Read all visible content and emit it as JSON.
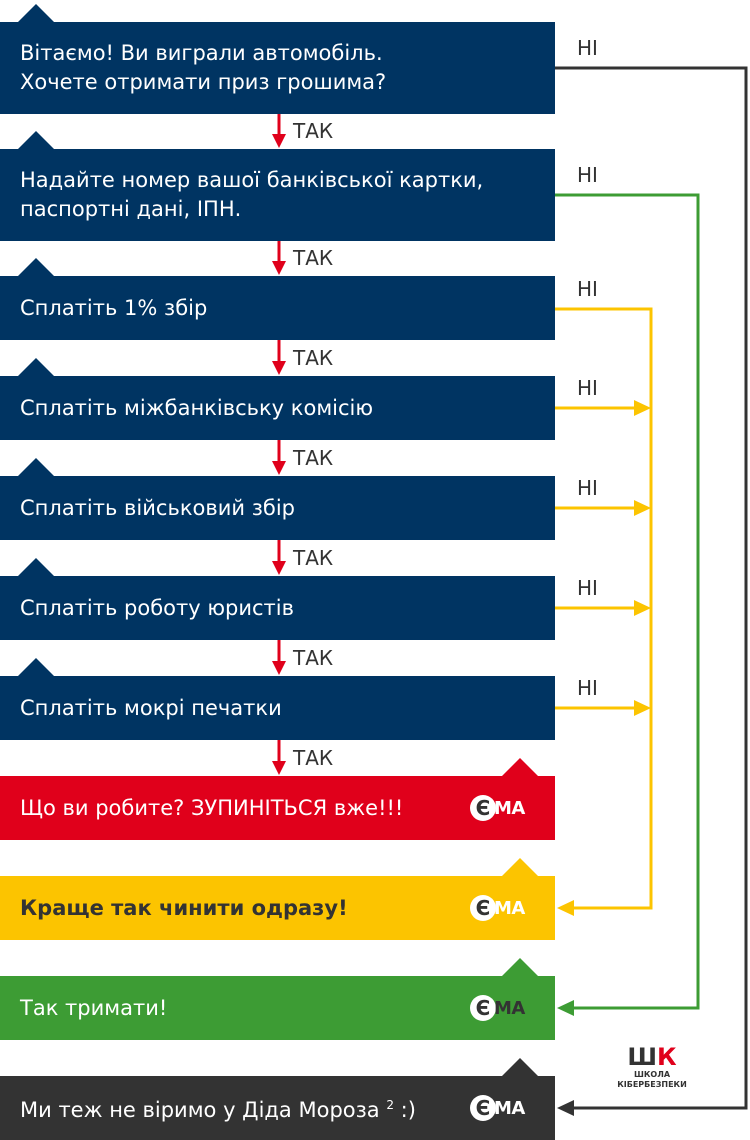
{
  "steps": [
    {
      "lines": [
        "Вітаємо! Ви виграли автомобіль.",
        "Хочете отримати приз грошима?"
      ],
      "no": "НІ"
    },
    {
      "lines": [
        "Надайте номер вашої банківської картки,",
        "паспортні дані, ІПН."
      ],
      "no": "НІ"
    },
    {
      "lines": [
        "Сплатіть 1% збір"
      ],
      "no": "НІ"
    },
    {
      "lines": [
        "Сплатіть міжбанківську комісію"
      ],
      "no": "НІ"
    },
    {
      "lines": [
        "Сплатіть військовий збір"
      ],
      "no": "НІ"
    },
    {
      "lines": [
        "Сплатіть роботу юристів"
      ],
      "no": "НІ"
    },
    {
      "lines": [
        "Сплатіть мокрі печатки"
      ],
      "no": "НІ"
    }
  ],
  "yes_label": "ТАК",
  "outcomes": [
    {
      "text": "Що ви робите? ЗУПИНІТЬСЯ вже!!!",
      "color": "#e0001b"
    },
    {
      "text": "Краще так чинити одразу!",
      "color": "#fcc400"
    },
    {
      "text": "Так тримати!",
      "color": "#3d9c34"
    },
    {
      "text": "Ми теж не віримо у Діда Мороза",
      "sup": "2",
      "suffix": " :)",
      "color": "#333333"
    }
  ],
  "ema_logo": {
    "e": "Є",
    "ma": "МА"
  },
  "school_logo": {
    "mark": "ШК",
    "line1": "ШКОЛА",
    "line2": "КІБЕРБЕЗПЕКИ"
  },
  "colors": {
    "navy": "#003462",
    "red": "#e0001b",
    "yellow": "#fcc400",
    "green": "#3d9c34",
    "dark": "#333333"
  }
}
